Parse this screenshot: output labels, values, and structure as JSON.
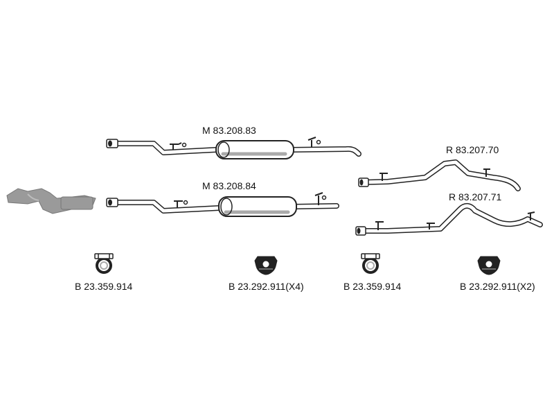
{
  "parts": [
    {
      "id": "muffler_top",
      "label": "M 83.208.83"
    },
    {
      "id": "muffler_bottom",
      "label": "M 83.208.84"
    },
    {
      "id": "rear_pipe_top",
      "label": "R 83.207.70"
    },
    {
      "id": "rear_pipe_bottom",
      "label": "R 83.207.71"
    },
    {
      "id": "clamp_1",
      "label": "B 23.359.914"
    },
    {
      "id": "mount_1",
      "label": "B 23.292.911(X4)"
    },
    {
      "id": "clamp_2",
      "label": "B 23.359.914"
    },
    {
      "id": "mount_2",
      "label": "B 23.292.911(X2)"
    }
  ],
  "colors": {
    "line": "#222222",
    "fill": "#ffffff",
    "shade": "#aaaaaa",
    "ghost": "#9a9a9a",
    "label": "#111111"
  },
  "icons": [
    "exhaust-front-pipe-ghost-icon",
    "ring-clamp-icon",
    "rubber-mount-icon"
  ]
}
